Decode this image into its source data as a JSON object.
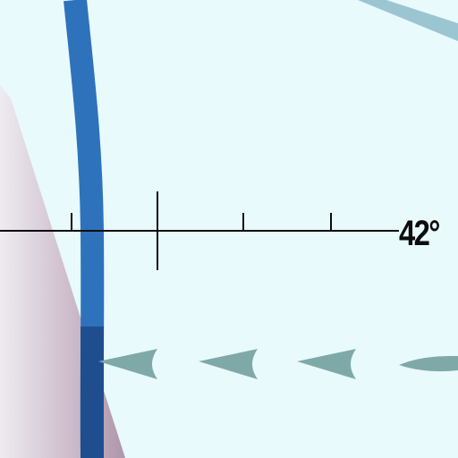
{
  "map": {
    "latitude_label": "42°",
    "colors": {
      "water": "#e8fafc",
      "blue_route": "#2f72bc",
      "blue_route_dark": "#1e4a8a",
      "mauve_band": "#a88aa3",
      "light_blue_band": "#9cc5d2",
      "current_arrows": "#7fa9a8",
      "graticule": "#0c0c0c"
    },
    "features": [
      "latitude-graticule-line",
      "blue-route-line",
      "mauve-band",
      "light-blue-band",
      "current-arrows"
    ]
  }
}
